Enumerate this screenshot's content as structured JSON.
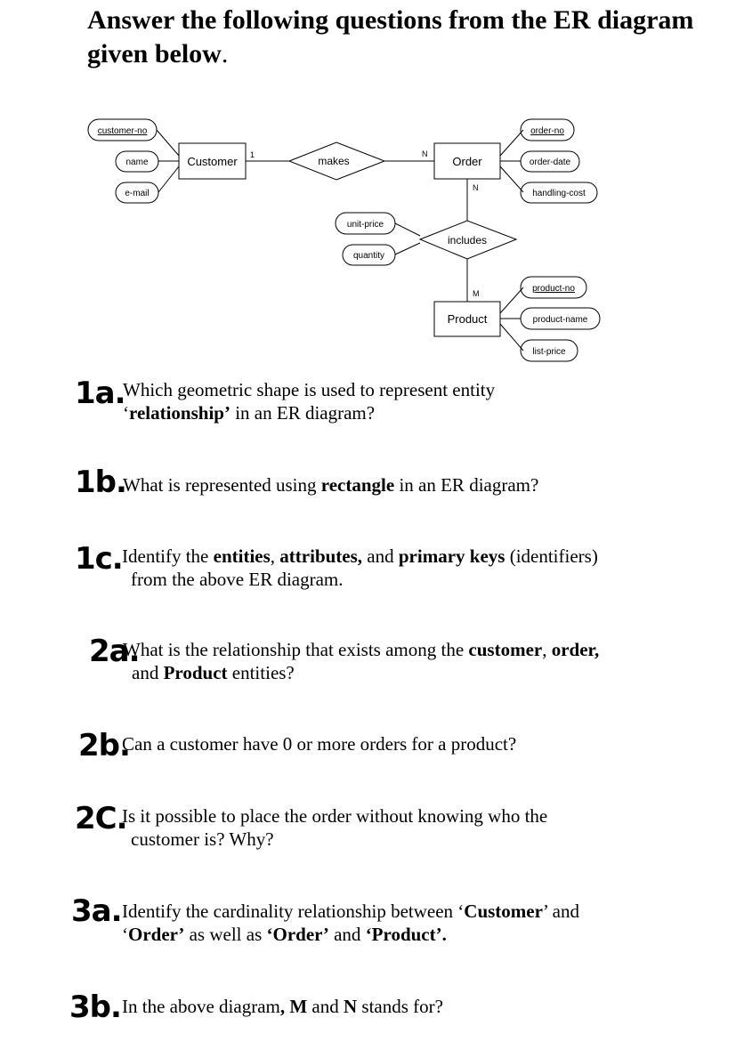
{
  "title": {
    "bold": "Answer the following questions from the ER diagram given below",
    "tail": "."
  },
  "diagram": {
    "entities": {
      "customer": "Customer",
      "order": "Order",
      "product": "Product"
    },
    "relationships": {
      "makes": "makes",
      "includes": "includes"
    },
    "attributes": {
      "customer_no": "customer-no",
      "name": "name",
      "email": "e-mail",
      "order_no": "order-no",
      "order_date": "order-date",
      "handling_cost": "handling-cost",
      "unit_price": "unit-price",
      "quantity": "quantity",
      "product_no": "product-no",
      "product_name": "product-name",
      "list_price": "list-price"
    },
    "cardinality": {
      "customer_makes": "1",
      "makes_order": "N",
      "order_includes": "N",
      "includes_product": "M"
    }
  },
  "questions": [
    {
      "num": "1a.",
      "p1": "Which geometric shape is used to represent entity",
      "p2": "‘",
      "b1": "relationship’",
      "p3": " in an ER diagram?"
    },
    {
      "num": "1b.",
      "p1": "What is represented using ",
      "b1": "rectangle",
      "p2": " in an ER diagram?"
    },
    {
      "num": "1c.",
      "p1": "Identify the ",
      "b1": "entities",
      "p2": ", ",
      "b2": "attributes,",
      "p3": " and ",
      "b3": "primary keys",
      "p4": " (identifiers)",
      "p5": "from the above ER diagram."
    },
    {
      "num": "2a.",
      "p1": "What is the relationship that exists among the ",
      "b1": "customer",
      "p2": ", ",
      "b2": "order,",
      "p3": "and ",
      "b3": "Product",
      "p4": " entities?"
    },
    {
      "num": "2b.",
      "p1": "Can a customer have 0 or more orders for a product?"
    },
    {
      "num": "2C.",
      "p1": "Is it possible to place the order without knowing who the",
      "p2": "customer is? Why?"
    },
    {
      "num": "3a.",
      "p1": "Identify the cardinality relationship between ‘",
      "b1": "Customer",
      "p2": "’ and",
      "p3": "‘",
      "b2": "Order’",
      "p4": " as well as ",
      "b3": "‘Order’",
      "p5": " and ",
      "b4": "‘Product’."
    },
    {
      "num": "3b.",
      "p1": "In the above diagram",
      "b1": ", M",
      "p2": " and ",
      "b2": "N",
      "p3": " stands for?"
    }
  ]
}
